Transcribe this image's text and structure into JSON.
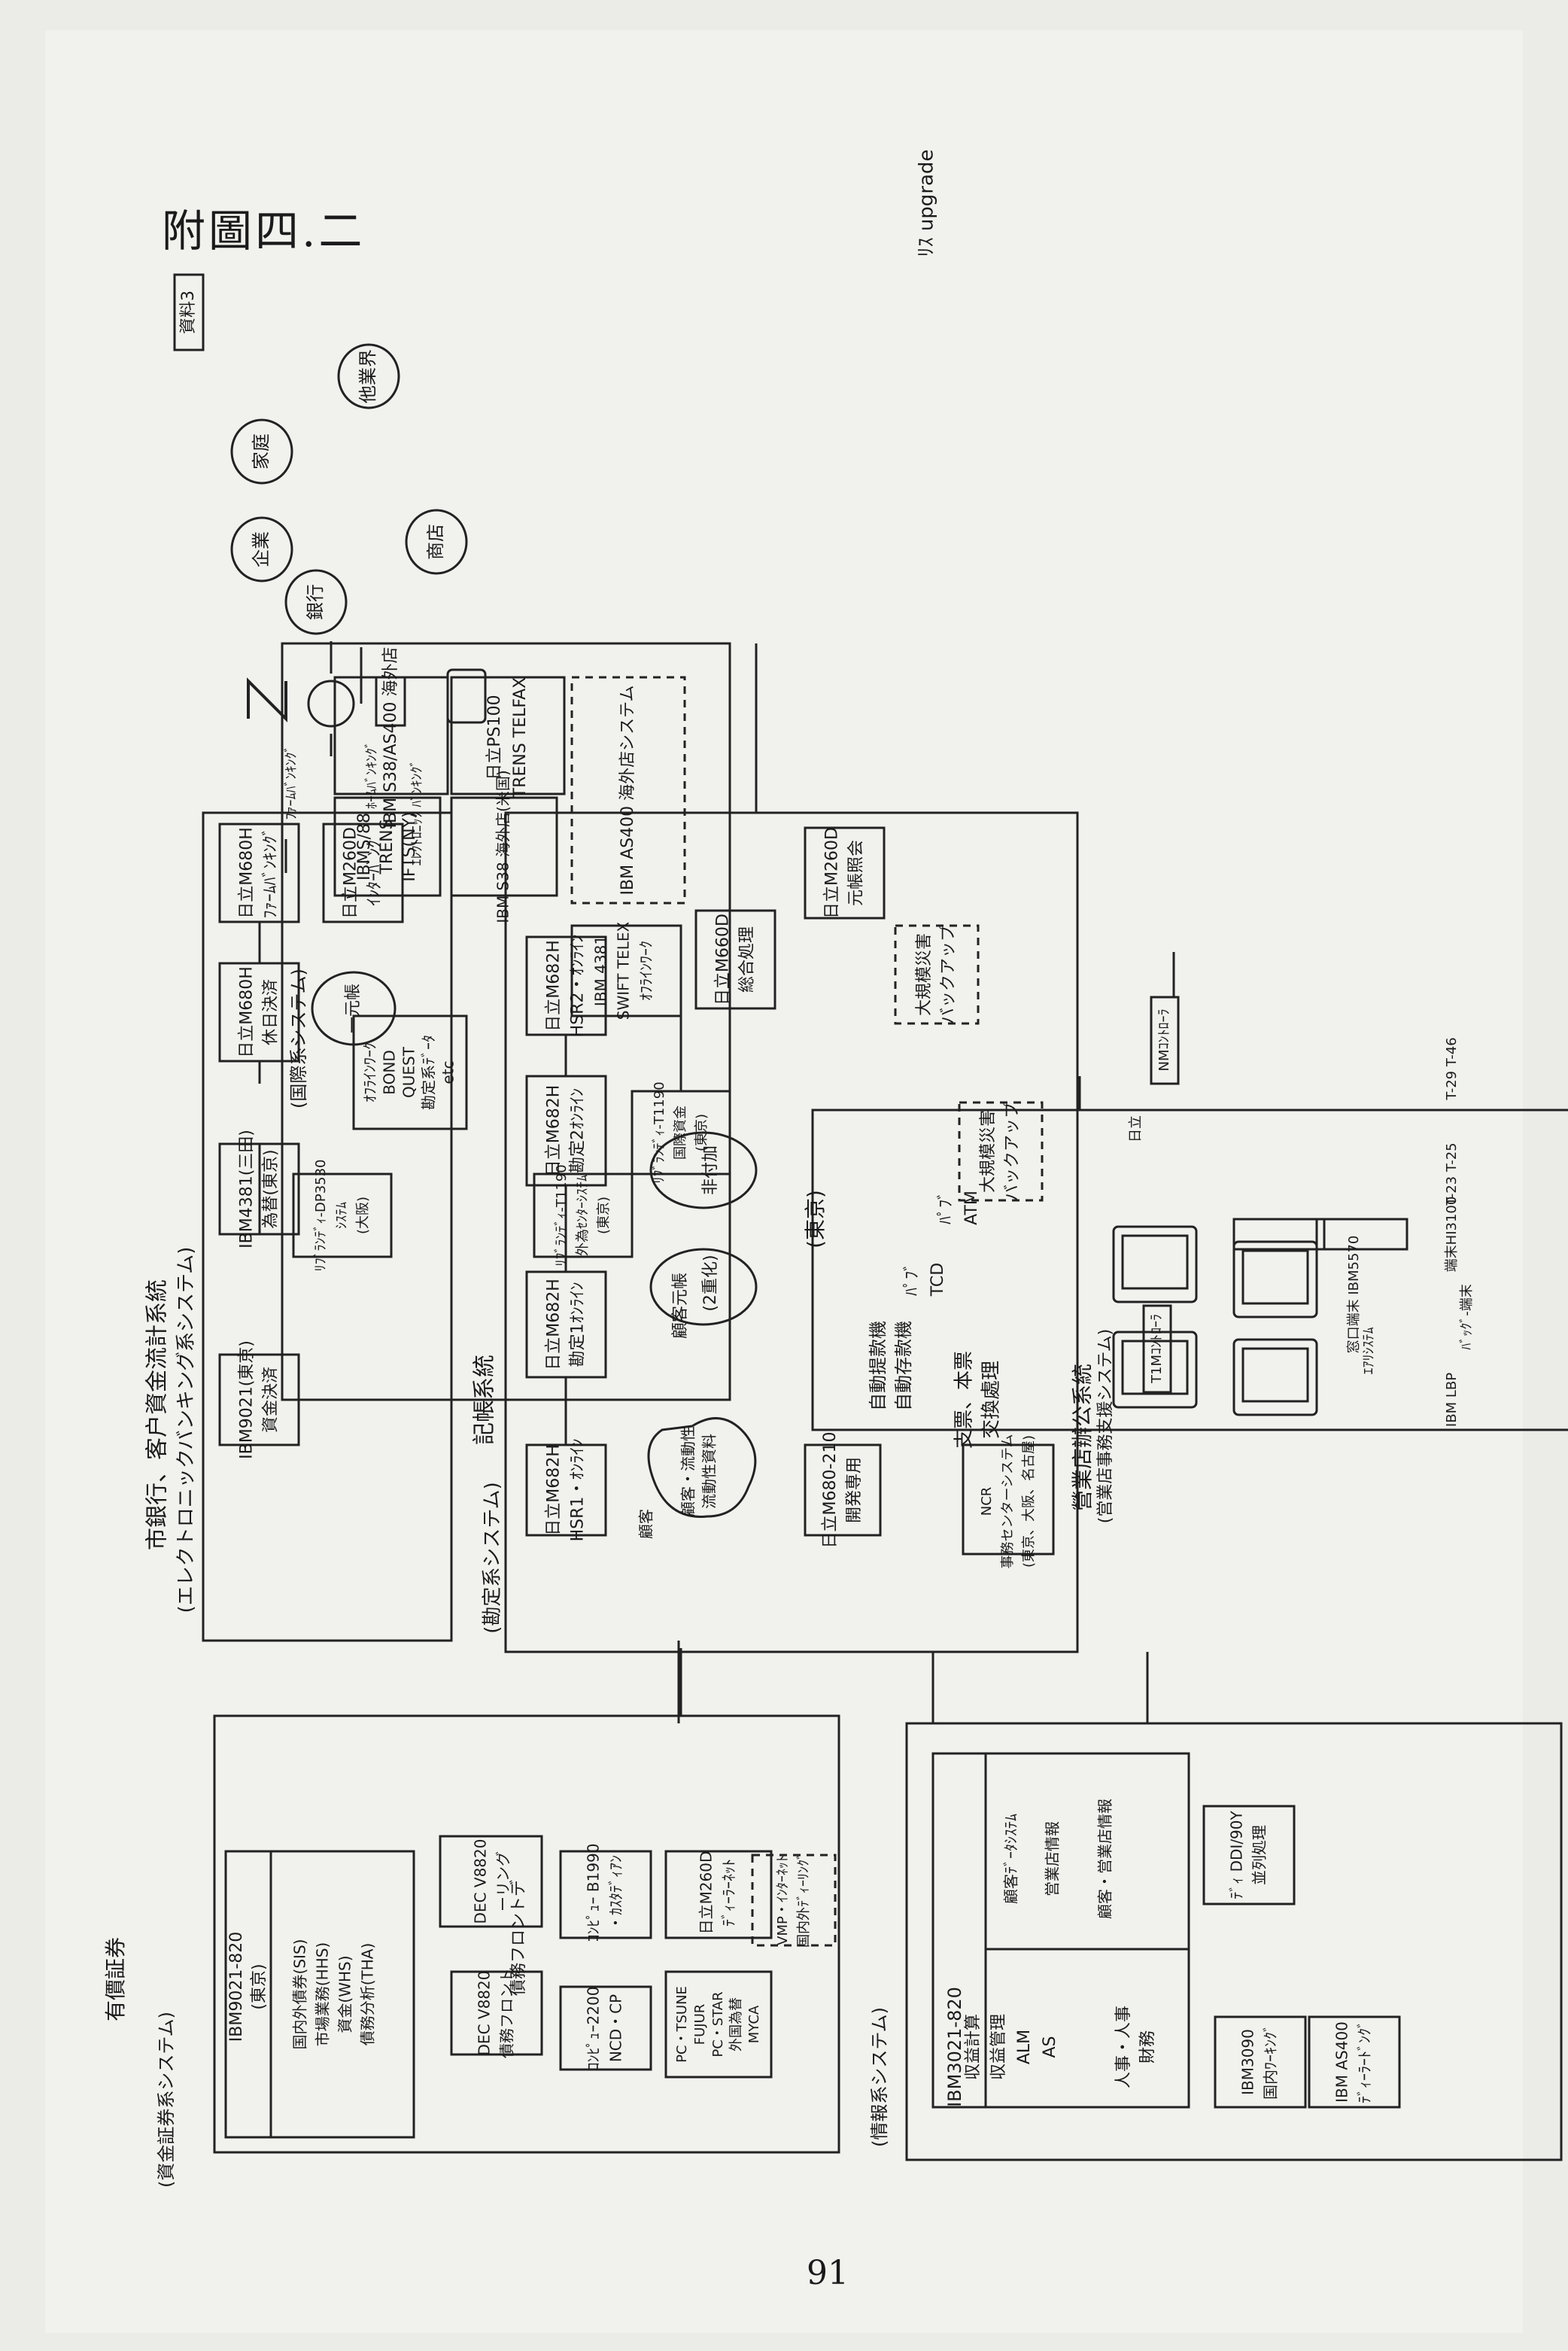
{
  "figure_title": "附圖四.二",
  "page_number": "91",
  "tag": "資料3",
  "top_note": "ﾘｽ upgrade",
  "clients": [
    "企業",
    "家庭",
    "他業界",
    "銀行",
    "商店"
  ],
  "channels": [
    "ﾌｧｰﾑﾊﾞﾝｷﾝｸﾞ",
    "ﾎｰﾑﾊﾞﾝｷﾝｸﾞ",
    "ｴﾚｸﾄﾛﾆｯｸ ﾊﾞﾝｷﾝｸﾞ"
  ],
  "eb": {
    "caption_hand": "市銀行、客户資金流計系統",
    "caption": "(エレクトロニックバンキング系システム)",
    "boxes": [
      [
        "IBM9021(東京)",
        "資金決済"
      ],
      [
        "IBM4381(三田)",
        "為替(東京)"
      ],
      [
        "日立M680H",
        "休日決済"
      ],
      [
        "日立M680H",
        "ﾌｧｰﾑﾊﾞﾝｷﾝｸﾞ"
      ],
      [
        "日立M260D",
        "ｲﾝﾀｰﾊﾞﾝｸ"
      ]
    ],
    "drum": "一元帳"
  },
  "acct": {
    "caption_hand": "記帳系統",
    "caption": "(勘定系システム)",
    "online": [
      [
        "日立M682H",
        "HSR1・ｵﾝﾗｲﾝ"
      ],
      [
        "日立M682H",
        "勘定1ｵﾝﾗｲﾝ"
      ],
      [
        "日立M682H",
        "勘定2ｵﾝﾗｲﾝ"
      ],
      [
        "日立M682H",
        "HSR2・ｵﾝﾗｲﾝ"
      ]
    ],
    "cloud": [
      "顧客・流動性",
      "流動性資料"
    ],
    "cloud_label": "顧客",
    "db1": "顧客元帳",
    "db1_note": "(2重化)",
    "db2_note": "非付加",
    "lower": [
      [
        "日立M680-210",
        "開発専用"
      ],
      [
        "日立M660D",
        "総合処理"
      ],
      [
        "日立M260D",
        "元帳照会"
      ]
    ],
    "center": "(東京)",
    "ncr": [
      "NCR",
      "事務センターシステム",
      "(東京、大阪、名古屋)"
    ],
    "ncr_hand": [
      "支票、本票",
      "交換處理"
    ],
    "backup": [
      [
        "大規模災害",
        "バックアップ"
      ],
      [
        "大規模災害",
        "バックアップ"
      ]
    ]
  },
  "intl": {
    "caption": "(国際系システム)",
    "main": "IBM S38/AS400 海外店",
    "box1": [
      "日立PS100",
      "TRENS TELFAX"
    ],
    "box2": [
      "IBMS/88",
      "TRENS",
      "IFTS(NY)"
    ],
    "s38": "IBM S38  海外店(米国)",
    "as400": "IBM AS400 海外店システム",
    "b4381": [
      "IBM 4381",
      "SWIFT TELEX",
      "ｵﾌﾗｲﾝﾜｰｸ"
    ],
    "bond": [
      "ｵﾌﾗｲﾝﾜｰｸ",
      "BOND",
      "QUEST",
      "勘定系ﾃﾞｰﾀ",
      "etc"
    ],
    "rows": [
      [
        "ﾘﾌﾞﾗﾝﾃﾞｨ-T1190",
        "国際資金",
        "(東京)"
      ],
      [
        "ﾘﾌﾞﾗﾝﾃﾞｨ-T1190",
        "外為ｾﾝﾀｰｼｽﾃﾑ",
        "(東京)"
      ],
      [
        "ﾘﾌﾞﾗﾝﾃﾞｨ-DP3530",
        "ｼｽﾃﾑ",
        "(大阪)"
      ]
    ]
  },
  "branch": {
    "caption_hand": "營業店辦公系統",
    "caption": "(営業店事務支援システム)",
    "ctrl1": "T1Mｺﾝﾄﾛｰﾗ",
    "ctrl2": "NMｺﾝﾄﾛｰﾗ",
    "labels": [
      "ｴｱﾘｼｽﾃﾑ",
      "T-23 T-25",
      "T-29 T-46",
      "IBM LBP",
      "窓口端末 IBM5570",
      "ﾊﾞｯｸﾞ-端末",
      "端末HI3100",
      "日立"
    ],
    "atm": [
      "ﾊﾟﾌﾞ",
      "ATM"
    ],
    "tcd": [
      "ﾊﾟﾌﾞ",
      "TCD"
    ],
    "hand": [
      "自動提款機",
      "自動存款機"
    ]
  },
  "sec": {
    "caption_hand": "有價証券",
    "caption": "(資金証券系システム)",
    "main": [
      "IBM9021-820",
      "(東京)"
    ],
    "list": [
      "国内外債券(SIS)",
      "市場業務(HHS)",
      "資金(WHS)",
      "債務分析(THA)"
    ],
    "dec1": [
      "DEC V8820",
      "債務フロント"
    ],
    "dec2": [
      "DEC V8820",
      "ーリング"
    ],
    "front": "債務フロントデ",
    "c1": [
      "ｺﾝﾋﾟｭｰ2200",
      "NCD・CP"
    ],
    "c2": [
      "ｺﾝﾋﾟｭｰ B1990",
      "・ｶｽﾀﾃﾞｨｱﾝ"
    ],
    "pc": [
      "PC・TSUNE",
      "FUJUR",
      "PC・STAR",
      "外国為替",
      "MYCA"
    ],
    "h260": [
      "日立M260D",
      "ﾃﾞｨｰﾗｰﾈｯﾄ"
    ],
    "vmp": [
      "VMP・ｲﾝﾀｰﾈｯﾄ",
      "国内外ﾃﾞｨｰﾘﾝｸﾞ"
    ]
  },
  "info": {
    "caption": "(情報系システム)",
    "main": "IBM3021-820",
    "list": [
      "収益計算",
      "収益管理",
      "ALM",
      "AS"
    ],
    "list2": [
      "人事・人事",
      "財務"
    ],
    "r1": "顧客ﾃﾞｰﾀｼｽﾃﾑ",
    "r2": "営業店情報",
    "r3": "顧客・営業店情報",
    "b1": [
      "IBM3090",
      "国内ﾜｰｷﾝｸﾞ"
    ],
    "b2": [
      "IBM AS400",
      "ﾃﾞｨｰﾗｰﾄﾞﾝｸﾞ"
    ],
    "b3": [
      "ﾃﾞｨ DDI/90Y",
      "並列処理"
    ]
  }
}
